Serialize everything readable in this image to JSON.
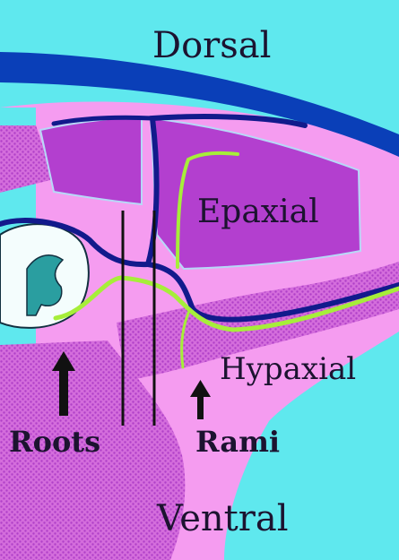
{
  "labels": {
    "dorsal": "Dorsal",
    "epaxial": "Epaxial",
    "hypaxial": "Hypaxial",
    "ventral": "Ventral",
    "roots": "Roots",
    "rami": "Rami"
  },
  "colors": {
    "background_cyan": "#5fe8ee",
    "skin_pink": "#f59cf0",
    "muscle_purple": "#b33fcf",
    "muscle_purple_light": "#d06be0",
    "nerve_navy": "#121a8c",
    "skin_blue_band": "#0a3fb8",
    "sensory_green": "#a6ee3a",
    "spinal_cord_white": "#f4fdfd",
    "grey_matter_teal": "#2a9ea0",
    "arrow_black": "#111111"
  }
}
